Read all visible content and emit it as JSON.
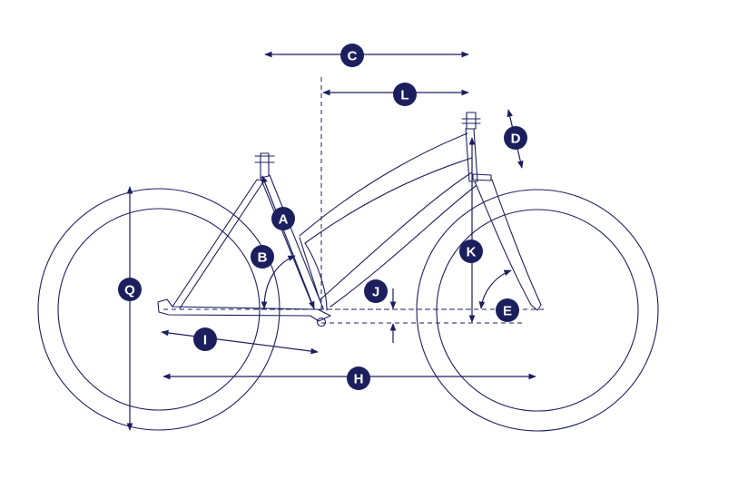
{
  "colors": {
    "line": "#1c1f5e",
    "badge": "#1c1f5e",
    "badge_text": "#ffffff",
    "background": "#ffffff"
  },
  "labels": {
    "A": "A",
    "B": "B",
    "C": "C",
    "D": "D",
    "E": "E",
    "H": "H",
    "I": "I",
    "J": "J",
    "K": "K",
    "L": "L",
    "Q": "Q"
  }
}
